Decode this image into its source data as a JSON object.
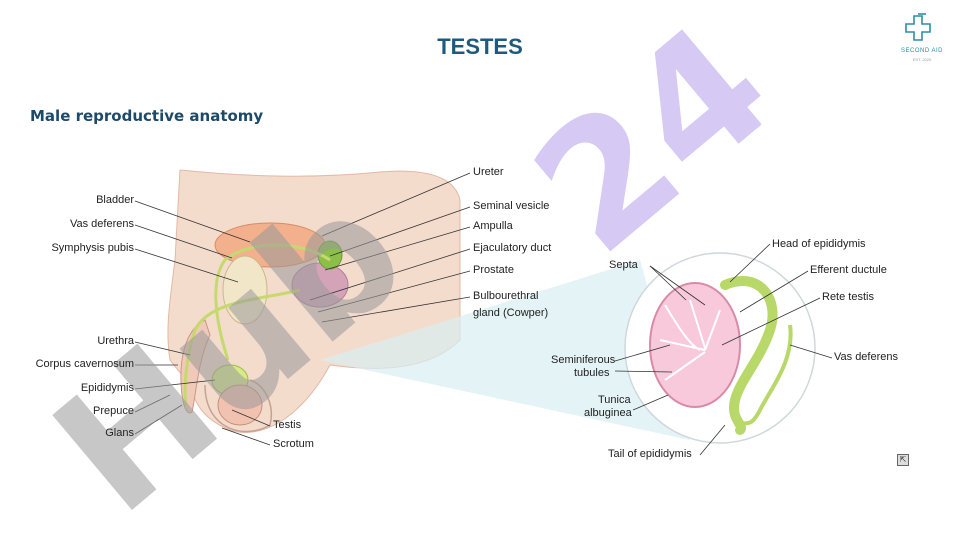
{
  "slide": {
    "title": "TESTES",
    "subtitle": "Male reproductive anatomy"
  },
  "logo": {
    "text": "SECOND AID",
    "subtext": "EST. 2020",
    "icon": "medical-cross-icon"
  },
  "watermark": {
    "text": "Hub 24"
  },
  "left_diagram": {
    "labels_left": [
      "Bladder",
      "Vas deferens",
      "Symphysis pubis",
      "Urethra",
      "Corpus cavernosum",
      "Epididymis",
      "Prepuce",
      "Glans"
    ],
    "labels_right": [
      "Ureter",
      "Seminal vesicle",
      "Ampulla",
      "Ejaculatory duct",
      "Prostate",
      "Bulbourethral",
      "gland (Cowper)",
      "Testis",
      "Scrotum"
    ]
  },
  "right_diagram": {
    "labels_left": [
      "Septa",
      "Seminiferous",
      "tubules",
      "Tunica",
      "albuginea",
      "Tail of epididymis"
    ],
    "labels_right": [
      "Head of epididymis",
      "Efferent ductule",
      "Rete testis",
      "Vas deferens"
    ]
  },
  "colors": {
    "title": "#1f5a7d",
    "accent": "#2a8fa6",
    "watermark_purple": "#c9b8f0",
    "watermark_gray": "#9a9a9a",
    "epididymis_green": "#b8d86a",
    "tubule_pink": "#e88fb3"
  },
  "expand_icon": "expand-icon"
}
